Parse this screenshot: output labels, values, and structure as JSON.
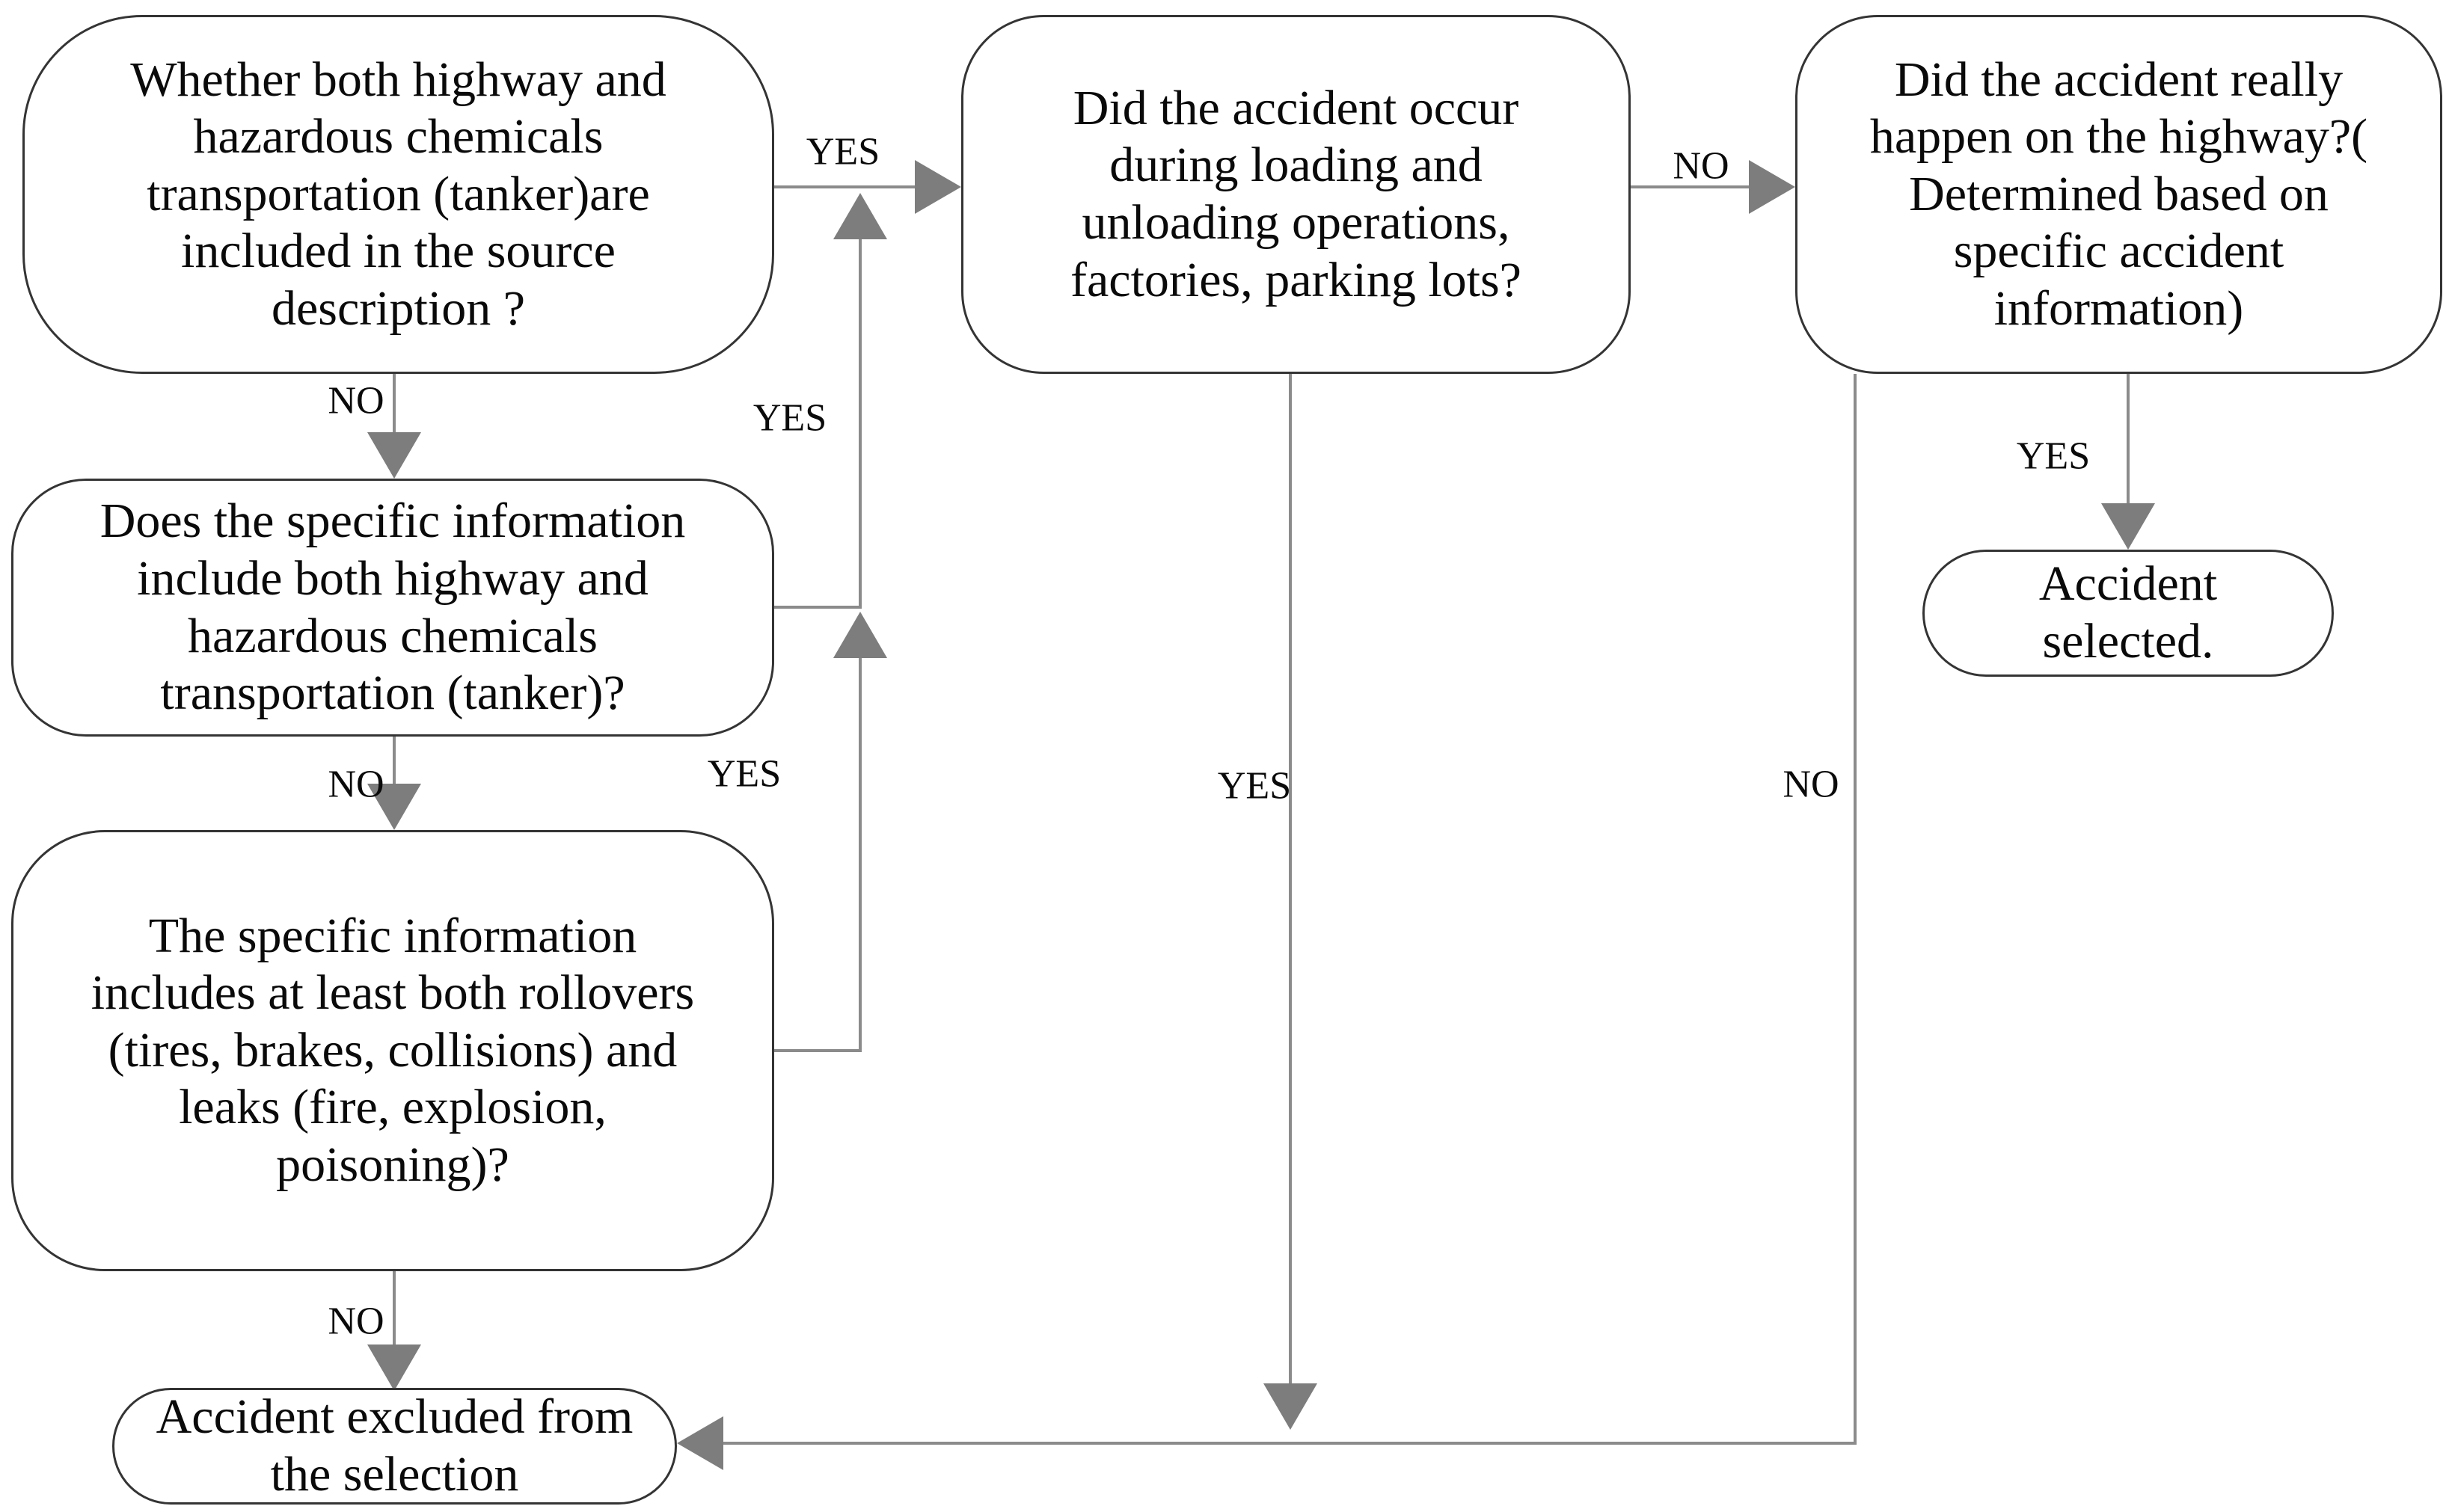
{
  "diagram": {
    "type": "flowchart",
    "background_color": "#ffffff",
    "line_color": "#8b8b8b",
    "arrowhead_color": "#7d7d7d",
    "node_border_color": "#343434",
    "text_color": "#0a0a0a",
    "nodes": {
      "source_description": {
        "text": "Whether both highway and\nhazardous chemicals\ntransportation (tanker)are\nincluded in the source\ndescription ?"
      },
      "specific_information": {
        "text": "Does the specific information\ninclude both highway and\nhazardous chemicals\ntransportation (tanker)?"
      },
      "rollovers_leaks": {
        "text": "The specific information\nincludes at least both rollovers\n(tires, brakes, collisions) and\nleaks (fire, explosion,\npoisoning)?"
      },
      "accident_excluded": {
        "text": "Accident excluded from\nthe selection"
      },
      "loading_unloading": {
        "text": "Did the accident occur\nduring loading and\nunloading operations,\nfactories, parking lots?"
      },
      "really_on_highway": {
        "text": "Did the accident really\nhappen on the highway?(\nDetermined based on\nspecific accident\ninformation)"
      },
      "accident_selected": {
        "text": "Accident\nselected."
      }
    },
    "edge_labels": {
      "yes_source_to_loading": "YES",
      "no_loading_to_highway": "NO",
      "no_source_to_specific": "NO",
      "yes_specific_merge": "YES",
      "no_specific_to_rollovers": "NO",
      "yes_rollovers_merge": "YES",
      "yes_loading_down": "YES",
      "no_rollovers_to_excluded": "NO",
      "no_highway_down": "NO",
      "yes_highway_to_selected": "YES"
    }
  }
}
